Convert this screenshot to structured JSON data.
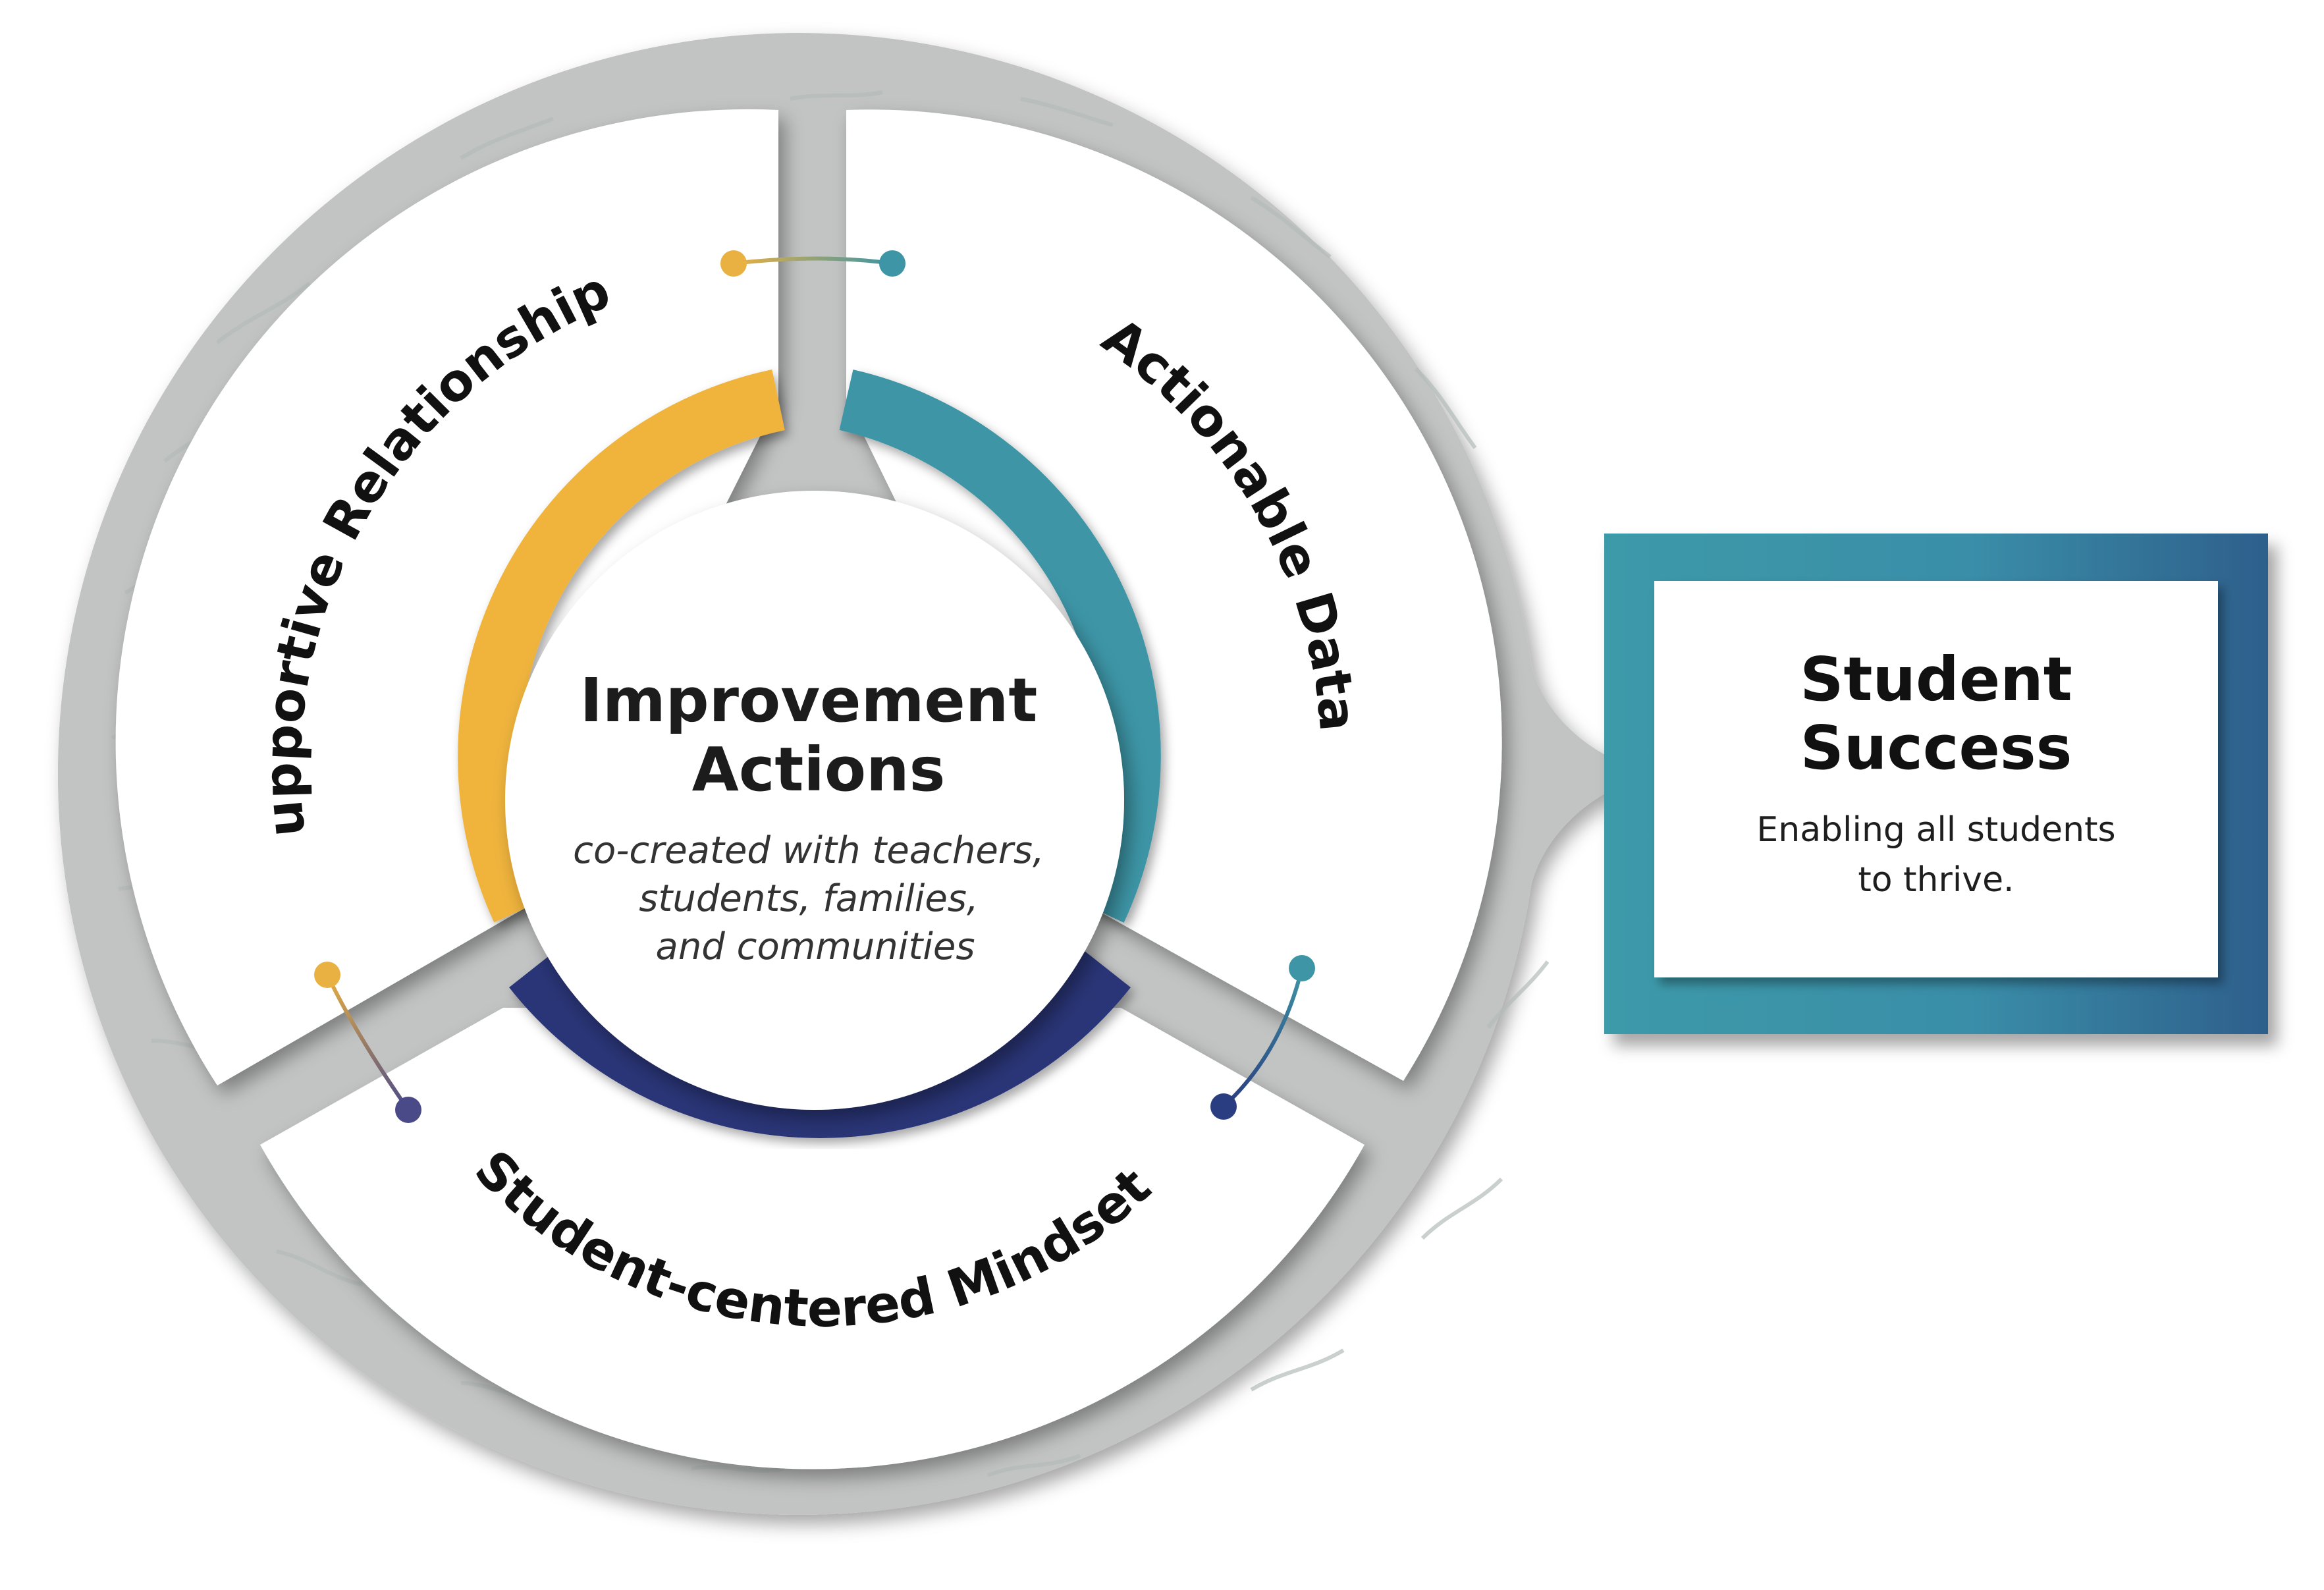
{
  "center": {
    "title_line1": "Improvement",
    "title_line2": "Actions",
    "subtitle_line1": "co-created with teachers,",
    "subtitle_line2": "students, families,",
    "subtitle_line3": "and communities"
  },
  "segments": {
    "supportive": "Supportive Relationships",
    "actionable": "Actionable Data",
    "mindset": "Student-centered Mindset"
  },
  "outcome": {
    "title_line1": "Student",
    "title_line2": "Success",
    "subtitle_line1": "Enabling all students",
    "subtitle_line2": "to thrive."
  },
  "colors": {
    "ring_gold": "#f0b43e",
    "ring_teal": "#3e95a6",
    "ring_navy": "#2a3577",
    "outer_ring": "#c2c3c3",
    "box_teal": "#3d9aa9",
    "box_blue": "#2e5f8c"
  }
}
